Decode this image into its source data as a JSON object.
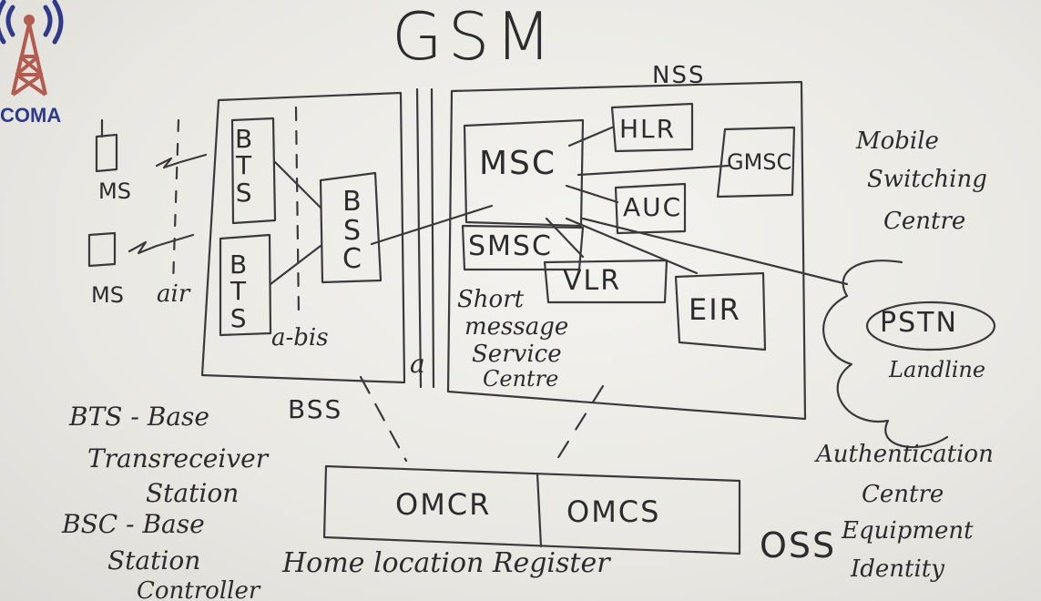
{
  "logo": {
    "text": "COMA",
    "primary_color": "#2f3a8a",
    "tower_color": "#b25b4e"
  },
  "title": "GSM",
  "nss": {
    "label": "NSS",
    "msc": "MSC",
    "hlr": "HLR",
    "gmsc": "GMSC",
    "auc": "AUC",
    "smsc": "SMSC",
    "vlr": "VLR",
    "eir": "EIR"
  },
  "bss": {
    "label": "BSS",
    "bts_top_letters": [
      "B",
      "T",
      "S"
    ],
    "bts_bottom_letters": [
      "B",
      "T",
      "S"
    ],
    "bsc_letters": [
      "B",
      "S",
      "C"
    ],
    "abis": "a-bis"
  },
  "interfaces": {
    "a": "a",
    "air": "air"
  },
  "ms": {
    "top": "MS",
    "bottom": "MS"
  },
  "pstn": {
    "label": "PSTN",
    "sub": "Landline"
  },
  "oss": {
    "label": "OSS",
    "omcr": "OMCR",
    "omcs": "OMCS"
  },
  "notes": {
    "smsc_lines": [
      "Short",
      "message",
      "Service",
      "Centre"
    ],
    "msc_lines": [
      "Mobile",
      "Switching",
      "Centre"
    ],
    "bts_lines": [
      "BTS - Base",
      "Transreceiver",
      "Station"
    ],
    "bsc_lines": [
      "BSC - Base",
      "Station",
      "Controller"
    ],
    "hlr_line": "Home location Register",
    "right_lines": [
      "Authentication",
      "Centre",
      "Equipment",
      "Identity"
    ]
  }
}
